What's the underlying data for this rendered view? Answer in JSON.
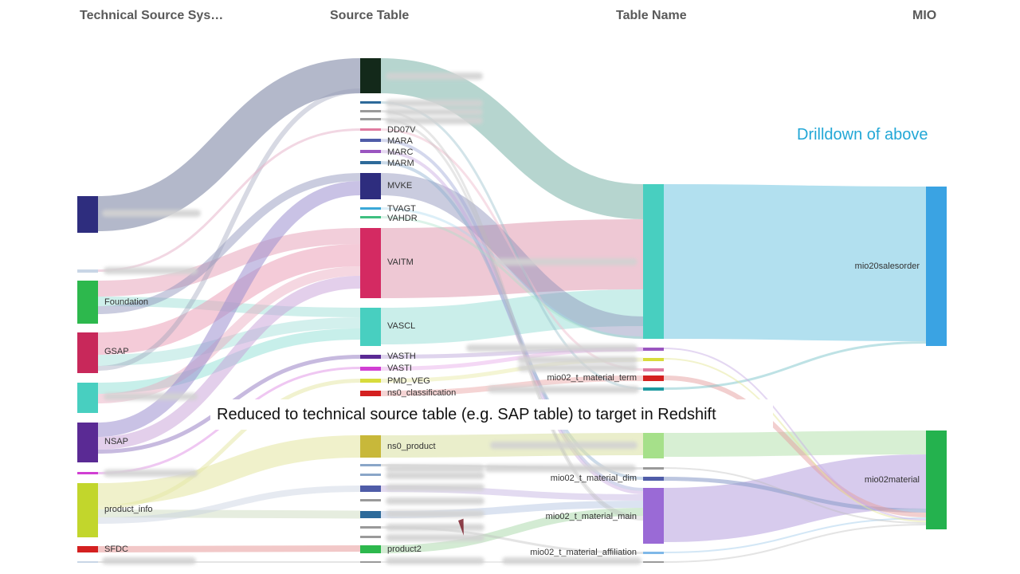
{
  "headers": {
    "col1": "Technical Source Sys…",
    "col2": "Source Table",
    "col3": "Table Name",
    "col4": "MIO"
  },
  "annotations": {
    "drilldown": "Drilldown of above",
    "reduced": "Reduced to technical source table (e.g. SAP table) to target in Redshift"
  },
  "sources": [
    {
      "label": "",
      "color": "#2e2d7e"
    },
    {
      "label": "",
      "color": "#c9d6e6"
    },
    {
      "label": "Foundation",
      "color": "#2db84d"
    },
    {
      "label": "GSAP",
      "color": "#c8285a"
    },
    {
      "label": "",
      "color": "#48cfc0"
    },
    {
      "label": "NSAP",
      "color": "#5a2a94"
    },
    {
      "label": "",
      "color": "#d13fd3"
    },
    {
      "label": "product_info",
      "color": "#c2d62c"
    },
    {
      "label": "SFDC",
      "color": "#d42020"
    },
    {
      "label": "",
      "color": "#c9d6e6"
    }
  ],
  "tables": [
    {
      "label": "",
      "color": "#13291a"
    },
    {
      "label": "",
      "color": "#2d6a9a"
    },
    {
      "label": "",
      "color": "#9a9a9a"
    },
    {
      "label": "",
      "color": "#9a9a9a"
    },
    {
      "label": "DD07V",
      "color": "#e07ba0"
    },
    {
      "label": "MARA",
      "color": "#4f5ca8"
    },
    {
      "label": "MARC",
      "color": "#9a55c0"
    },
    {
      "label": "MARM",
      "color": "#2d6a9a"
    },
    {
      "label": "MVKE",
      "color": "#2e2d7e"
    },
    {
      "label": "TVAGT",
      "color": "#3aa8d8"
    },
    {
      "label": "VAHDR",
      "color": "#3fbf7f"
    },
    {
      "label": "VAITM",
      "color": "#d42a62"
    },
    {
      "label": "VASCL",
      "color": "#48cfc0"
    },
    {
      "label": "VASTH",
      "color": "#5a2a94"
    },
    {
      "label": "VASTI",
      "color": "#d13fd3"
    },
    {
      "label": "PMD_VEG",
      "color": "#d8dc3c"
    },
    {
      "label": "ns0_classification",
      "color": "#d42020"
    },
    {
      "label": "ns0_product",
      "color": "#c8b83a"
    },
    {
      "label": "",
      "color": "#8aa6c8"
    },
    {
      "label": "",
      "color": "#8aa6c8"
    },
    {
      "label": "",
      "color": "#4f5ca8"
    },
    {
      "label": "",
      "color": "#9a9a9a"
    },
    {
      "label": "",
      "color": "#2d6a9a"
    },
    {
      "label": "",
      "color": "#9a9a9a"
    },
    {
      "label": "",
      "color": "#9a9a9a"
    },
    {
      "label": "product2",
      "color": "#2db84d"
    },
    {
      "label": "",
      "color": "#9a9a9a"
    }
  ],
  "names": [
    {
      "label": "",
      "color": "#48cfc0"
    },
    {
      "label": "",
      "color": "#9a55c0"
    },
    {
      "label": "",
      "color": "#d8dc3c"
    },
    {
      "label": "",
      "color": "#e07ba0"
    },
    {
      "label": "mio02_t_material_term",
      "color": "#d42020"
    },
    {
      "label": "",
      "color": "#1e9aa0"
    },
    {
      "label": "",
      "color": "#a6e08a"
    },
    {
      "label": "",
      "color": "#9a9a9a"
    },
    {
      "label": "mio02_t_material_dim",
      "color": "#4f5ca8"
    },
    {
      "label": "mio02_t_material_main",
      "color": "#9a6ad6"
    },
    {
      "label": "mio02_t_material_affiliation",
      "color": "#7fb8e8"
    },
    {
      "label": "",
      "color": "#9a9a9a"
    }
  ],
  "mios": [
    {
      "label": "mio20salesorder",
      "color": "#3aa3e3"
    },
    {
      "label": "mio02material",
      "color": "#24b24e"
    }
  ]
}
